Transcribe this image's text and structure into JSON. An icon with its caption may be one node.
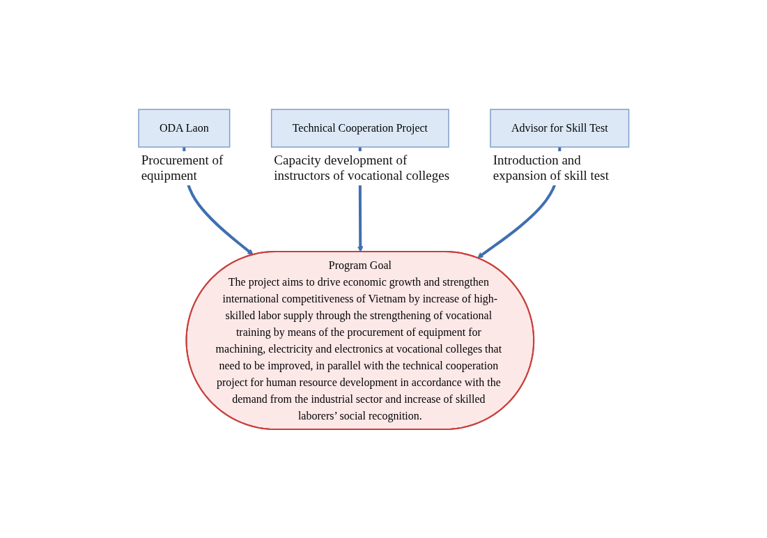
{
  "diagram": {
    "nodes": [
      {
        "text": [
          "ODA Laon"
        ],
        "beside": [
          "Procurement of equipment"
        ]
      },
      {
        "text": [
          "Program Goal",
          "The project aims to drive economic growth and strengthen international competitiveness of Vietnam by increase of high-skilled labor supply through the strengthening of vocational training by means of the procurement of equipment for machining, electricity and electronics at vocational colleges that need to be improved, in parallel with the technical cooperation project for human resource development in accordance with the demand from the industrial sector and increase of skilled laborers’ social recognition."
        ]
      },
      {
        "text": [
          "Technical Cooperation Project"
        ],
        "beside": [
          "Capacity  development of instructors of vocational colleges"
        ]
      },
      {
        "text": [
          "Advisor for Skill Test"
        ],
        "beside": [
          "Introduction and expansion of skill test"
        ]
      }
    ],
    "edges": [
      {
        "from": 0,
        "to": 1,
        "arrow": "to"
      },
      {
        "from": 2,
        "to": 1,
        "arrow": "to"
      },
      {
        "from": 3,
        "to": 1,
        "arrow": "to"
      }
    ]
  }
}
